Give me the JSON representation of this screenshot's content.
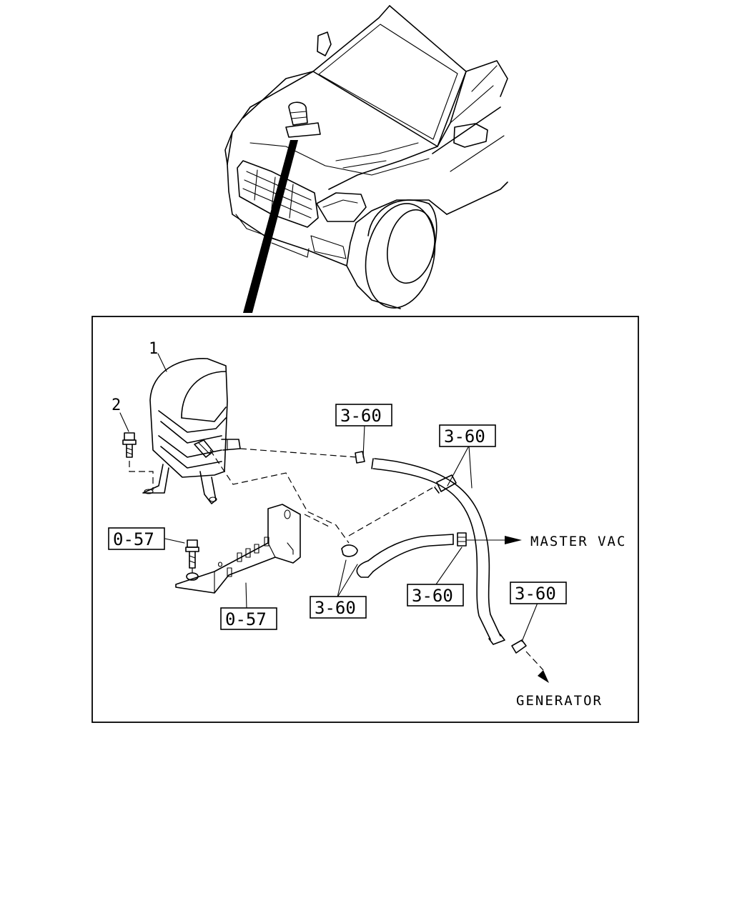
{
  "diagram": {
    "callouts": {
      "part1": "1",
      "part2": "2"
    },
    "refs": {
      "ref_hose_top": "3-60",
      "ref_hose_right": "3-60",
      "ref_bolt": "0-57",
      "ref_bracket": "0-57",
      "ref_clamp_lower": "3-60",
      "ref_pipe_mid": "3-60",
      "ref_hose_gen": "3-60"
    },
    "destinations": {
      "master_vac": "MASTER VAC",
      "generator": "GENERATOR"
    }
  }
}
